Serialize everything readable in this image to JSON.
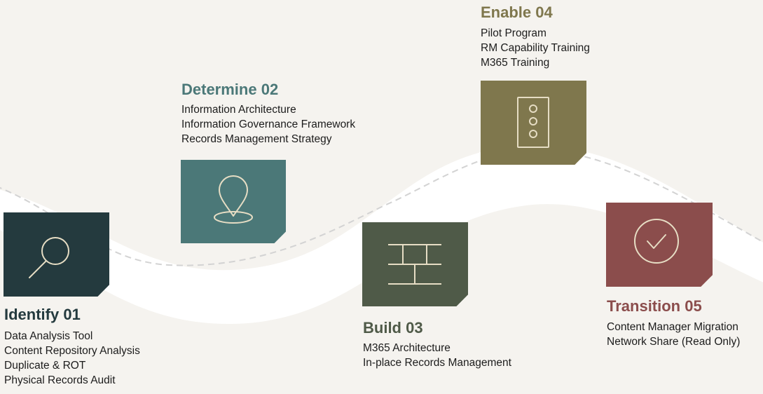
{
  "steps": [
    {
      "id": "identify",
      "title": "Identify 01",
      "color": "#243a3e",
      "icon": "search-icon",
      "items": [
        "Data Analysis Tool",
        "Content Repository Analysis",
        "Duplicate & ROT",
        "Physical Records Audit"
      ]
    },
    {
      "id": "determine",
      "title": "Determine 02",
      "color": "#4b7878",
      "icon": "map-pin-icon",
      "items": [
        "Information Architecture",
        "Information Governance Framework",
        "Records Management Strategy"
      ]
    },
    {
      "id": "build",
      "title": "Build 03",
      "color": "#4f5a48",
      "icon": "brick-wall-icon",
      "items": [
        "M365 Architecture",
        "In-place Records Management"
      ]
    },
    {
      "id": "enable",
      "title": "Enable 04",
      "color": "#7f774d",
      "icon": "traffic-light-icon",
      "items": [
        "Pilot Program",
        "RM Capability Training",
        "M365 Training"
      ]
    },
    {
      "id": "transition",
      "title": "Transition 05",
      "color": "#8b4d4c",
      "icon": "check-circle-icon",
      "items": [
        "Content Manager Migration",
        "Network Share (Read Only)"
      ]
    }
  ]
}
